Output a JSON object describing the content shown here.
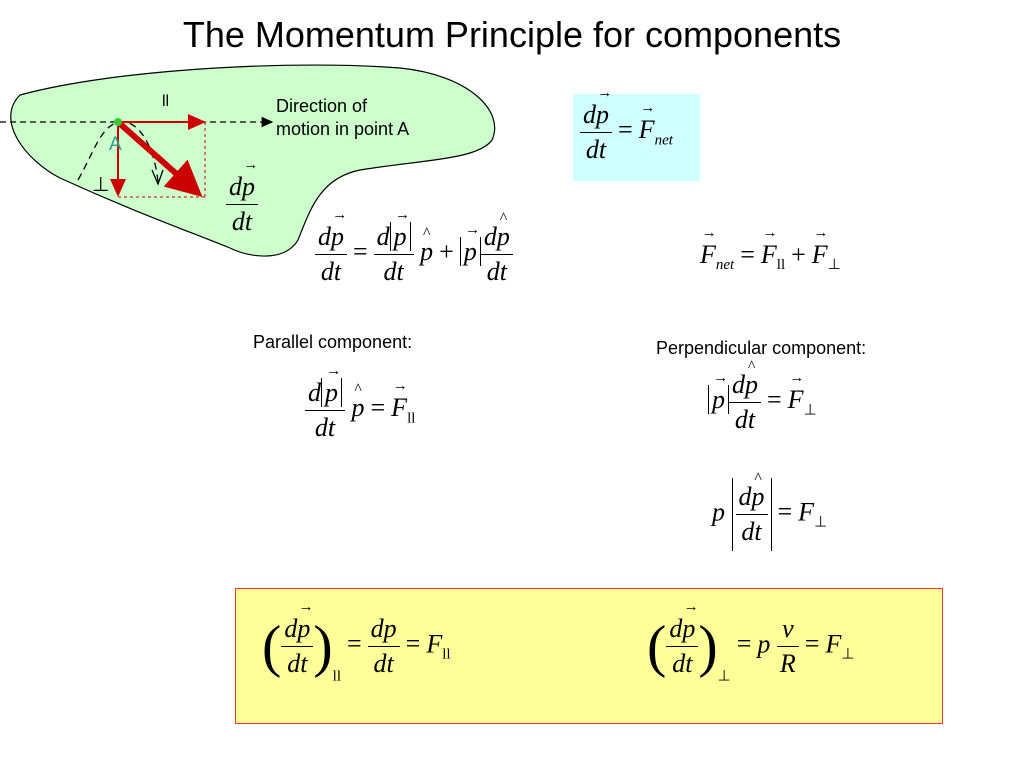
{
  "slide": {
    "title": "The Momentum Principle for components"
  },
  "diagram": {
    "par_symbol": "ll",
    "perp_symbol": "⊥",
    "point_label": "A",
    "direction_caption_line1": "Direction of",
    "direction_caption_line2": "motion in point A",
    "region_color": "#ccffcc",
    "arrow_color": "#cc0000",
    "point_label_color": "#339999"
  },
  "labels": {
    "parallel": "Parallel component:",
    "perpendicular": "Perpendicular component:"
  },
  "colors": {
    "top_box": "#cfffff",
    "bottom_box": "#ffff99",
    "bottom_box_border": "#ff3333"
  },
  "math": {
    "d": "d",
    "p": "p",
    "dt": "dt",
    "F": "F",
    "net": "net",
    "par": "ll",
    "perp": "⊥",
    "v": "v",
    "R": "R"
  }
}
